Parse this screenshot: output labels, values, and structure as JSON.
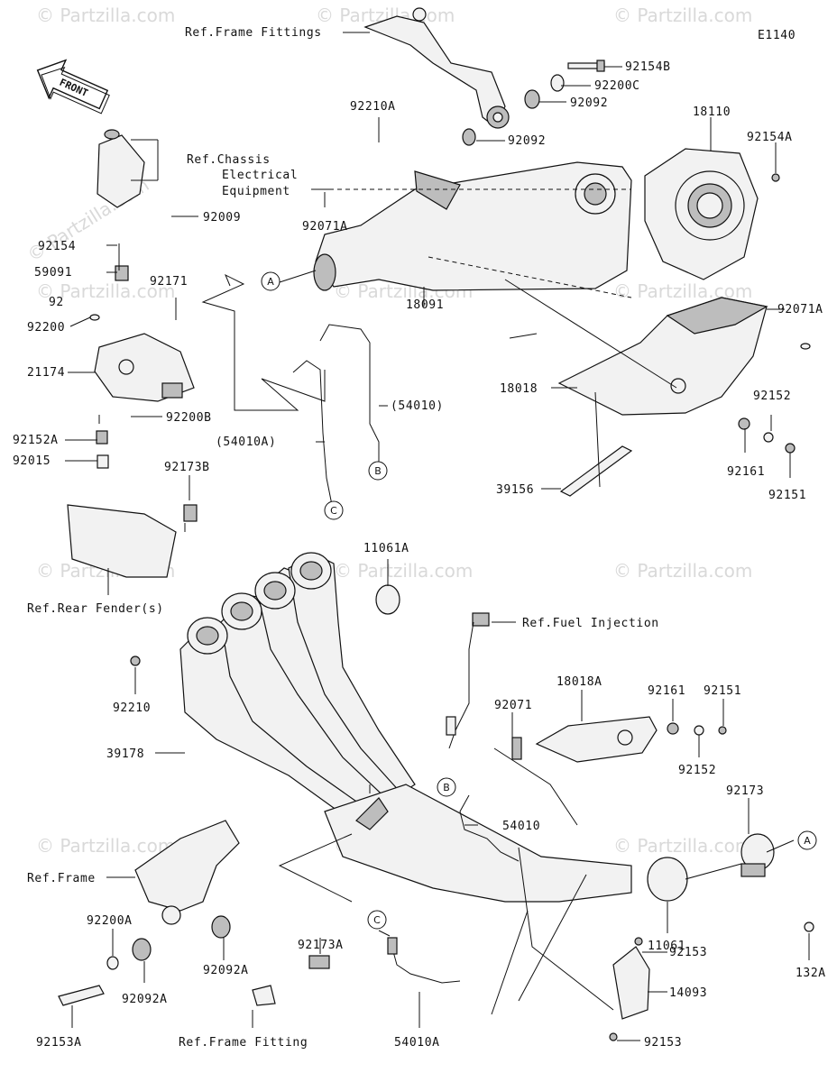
{
  "diagram_code": "E1140",
  "front_arrow": "FRONT",
  "watermark": "© Partzilla.com",
  "callouts": {
    "a": "A",
    "b": "B",
    "c": "C"
  },
  "labels": {
    "ref_frame_fittings": "Ref.Frame Fittings",
    "p92154B": "92154B",
    "p92200C": "92200C",
    "p92092_top": "92092",
    "p92092_mid": "92092",
    "p92210A": "92210A",
    "p18110": "18110",
    "p92154A": "92154A",
    "ref_chassis_1": "Ref.Chassis",
    "ref_chassis_2": "Electrical",
    "ref_chassis_3": "Equipment",
    "p92009": "92009",
    "p92071A_left": "92071A",
    "p92154": "92154",
    "p59091": "59091",
    "p92171": "92171",
    "p92": "92",
    "p92200": "92200",
    "p18091": "18091",
    "p92071A_right": "92071A",
    "p21174": "21174",
    "p18018": "18018",
    "p92152_right": "92152",
    "p54010": "(54010)",
    "p54010A_paren": "(54010A)",
    "p92200B": "92200B",
    "p92152A": "92152A",
    "p92161_right": "92161",
    "p92015": "92015",
    "p92151_right": "92151",
    "p92173B": "92173B",
    "p39156": "39156",
    "p11061A": "11061A",
    "ref_rear_fender": "Ref.Rear Fender(s)",
    "ref_fuel_injection": "Ref.Fuel Injection",
    "p92210": "92210",
    "p18018A": "18018A",
    "p92071": "92071",
    "p92161_low": "92161",
    "p92151_low": "92151",
    "p39178": "39178",
    "p92152_low": "92152",
    "p92173": "92173",
    "p54010_low": "54010",
    "ref_frame": "Ref.Frame",
    "p11061": "11061",
    "p92200A": "92200A",
    "p92092A_1": "92092A",
    "p132A": "132A",
    "p92173A": "92173A",
    "p92153_top": "92153",
    "p92092A_2": "92092A",
    "p14093": "14093",
    "p92153A": "92153A",
    "ref_frame_fitting": "Ref.Frame Fitting",
    "p54010A": "54010A",
    "p92153_bottom": "92153"
  }
}
